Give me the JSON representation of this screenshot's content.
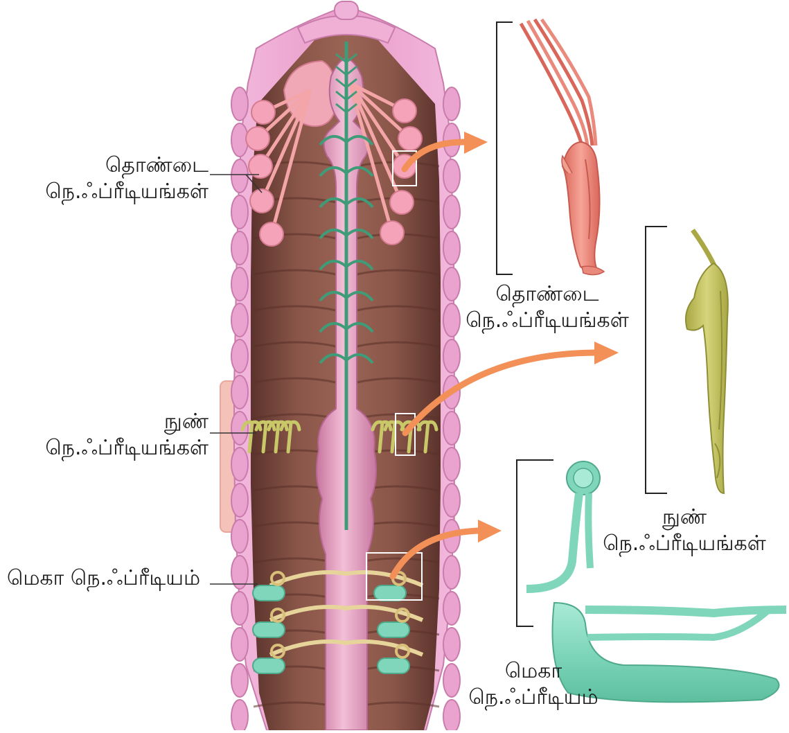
{
  "left_labels": {
    "pharyngeal": {
      "line1": "தொண்டை",
      "line2": "நெ.ஃப்ரீடியங்கள்"
    },
    "integumentary": {
      "line1": "நுண்",
      "line2": "நெ.ஃப்ரீடியங்கள்"
    },
    "septal": {
      "line1": "மெகா நெ.ஃப்ரீடியம்"
    }
  },
  "right_labels": {
    "pharyngeal": {
      "line1": "தொண்டை",
      "line2": "நெ.ஃப்ரீடியங்கள்"
    },
    "integumentary": {
      "line1": "நுண்",
      "line2": "நெ.ஃப்ரீடியங்கள்"
    },
    "septal": {
      "line1": "மெகா",
      "line2": "நெ.ஃப்ரீடியம்"
    }
  },
  "colors": {
    "body_wall": "#e9a3cf",
    "cavity": "#7a4a3f",
    "gut": "#e6a1c4",
    "nerve": "#3f9c78",
    "pharyngeal_nephridia": "#ef8f82",
    "micro_nephridia": "#c8c869",
    "mega_nephridia": "#7fd6bb",
    "arrow": "#f29057"
  }
}
